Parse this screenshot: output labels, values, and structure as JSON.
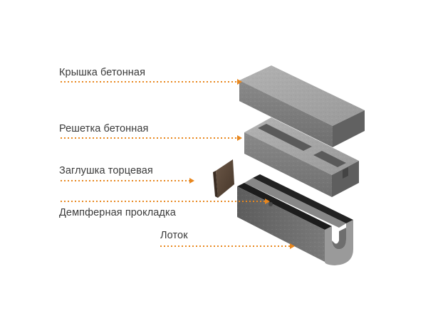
{
  "labels": {
    "cover": "Крышка бетонная",
    "grate": "Решетка бетонная",
    "end_cap": "Заглушка торцевая",
    "damper": "Демпферная прокладка",
    "tray": "Лоток"
  },
  "colors": {
    "arrow": "#e8871e",
    "text": "#3a3a3a",
    "concrete_top": "#a6a6a6",
    "concrete_front": "#7d7d7d",
    "concrete_side": "#5f5f5f",
    "tray_body": "#6a6a6a",
    "damper": "#1c1c1c",
    "end_cap": "#5c4a3d"
  }
}
